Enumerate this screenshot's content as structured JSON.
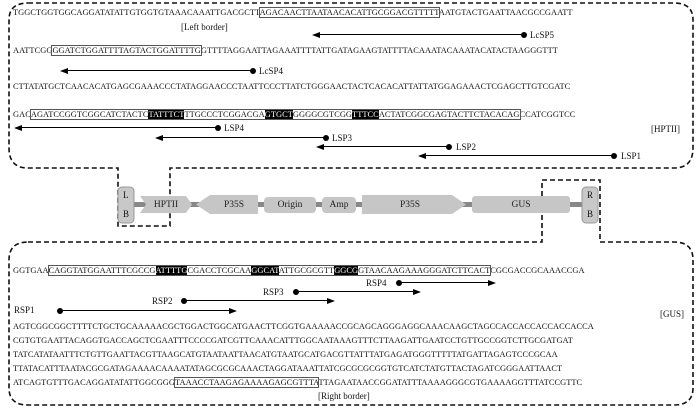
{
  "top": {
    "line1": {
      "pre": "TGGCTGGTGGCAGGATATATTGTGGTGTAAACAAATTGACGCTT",
      "boxed": "AGACAACTTAATAACACATTGCGGACGTTTTT",
      "post": "AATGTACTGAATTAACGCCGAATT"
    },
    "left_border_label": "[Left border]",
    "lcsp5": "LcSP5",
    "line2": {
      "pre": "AATTCGG",
      "boxed": "GGATCTGGATTTTAGTACTGGATTTTG",
      "post": "GTTTTAGGAATTAGAAATTTTATTGATAGAAGTATTTTACAAATACAAATACATACTAAGGGTTT"
    },
    "lcsp4": "LcSP4",
    "line3": "CTTATATGCTCAACACATGAGCGAAACCCTATAGGAACCCTAATTCCCTTATCTGGGAACTACTCACACATTATTATGGAGAAACTCGAGCTTGTCGATC",
    "line4": {
      "pre": "GAC",
      "s1": "AGATCCGGTCGGCATCTACTC",
      "h1": "TATTTCT",
      "s2": "TTGCCCTCGGACGA",
      "h2": "GTGCT",
      "s3": "GGGGCGTCGG",
      "h3": "TTTCC",
      "s4": "ACTATCGGCGAGTACTTCTACACAG",
      "post": "CCATCGGTCC"
    },
    "primers": [
      "LSP4",
      "LSP3",
      "LSP2",
      "LSP1"
    ],
    "hptii_tag": "[HPTII]"
  },
  "middle": {
    "lb": [
      "L",
      "B"
    ],
    "rb": [
      "R",
      "B"
    ],
    "features": [
      "HPTII",
      "P35S",
      "Origin",
      "Amp",
      "P35S",
      "GUS"
    ]
  },
  "bottom": {
    "line1": {
      "pre": "GGTGAA",
      "s1": "CAGGTATGGAATTTCGCCG",
      "h1": "ATTTTG",
      "s2": "CGACCTCGCAA",
      "h2": "GGCAT",
      "s3": "ATTGCGCGTT",
      "h3": "GGCG",
      "s4": "GTAACAAGAAAGGGATCTTCACT",
      "post": "CGCGACCGCAAACCGA"
    },
    "primers": [
      "RSP4",
      "RSP3",
      "RSP2",
      "RSP1"
    ],
    "gus_tag": "[GUS]",
    "lines": [
      "AGTCGGCGGCTTTTCTGCTGCAAAAACGCTGGACTGGCATGAACTTCGGTGAAAAACCGCAGCAGGGAGGCAAACAAGCTAGCCACCACCACCACCACCA",
      "CGTGTGAATTACAGGTGACCAGCTCGAATTTCCCCGATCGTTCAAACATTTGGCAATAAAGTTTCTTAAGATTGAATCCTGTTGCCGGTCTTGCGATGAT",
      "TATCATATAATTTCTGTTGAATTACGTTAAGCATGTAATAATTAACATGTAATGCATGACGTTATTTATGAGATGGGTTTTTATGATTAGAGTCCCGCAA",
      "TTATACATTTAATACGCGATAGAAAACAAAATATAGCGCGCAAACTAGGATAAATTATCGCGCGCGGTGTCATCTATGTTACTAGATCGGGAATTAACT"
    ],
    "last": {
      "pre": "ATCAGTGTTTGACAGGATATATTGGCGGG",
      "boxed": "TAAACCTAAGAGAAAAGAGCGTTTA",
      "post": "TTAGAATAACCGGATATTTAAAAGGGCGTGAAAAGGTTTATCCGTTC"
    },
    "right_border_label": "[Right border]"
  }
}
